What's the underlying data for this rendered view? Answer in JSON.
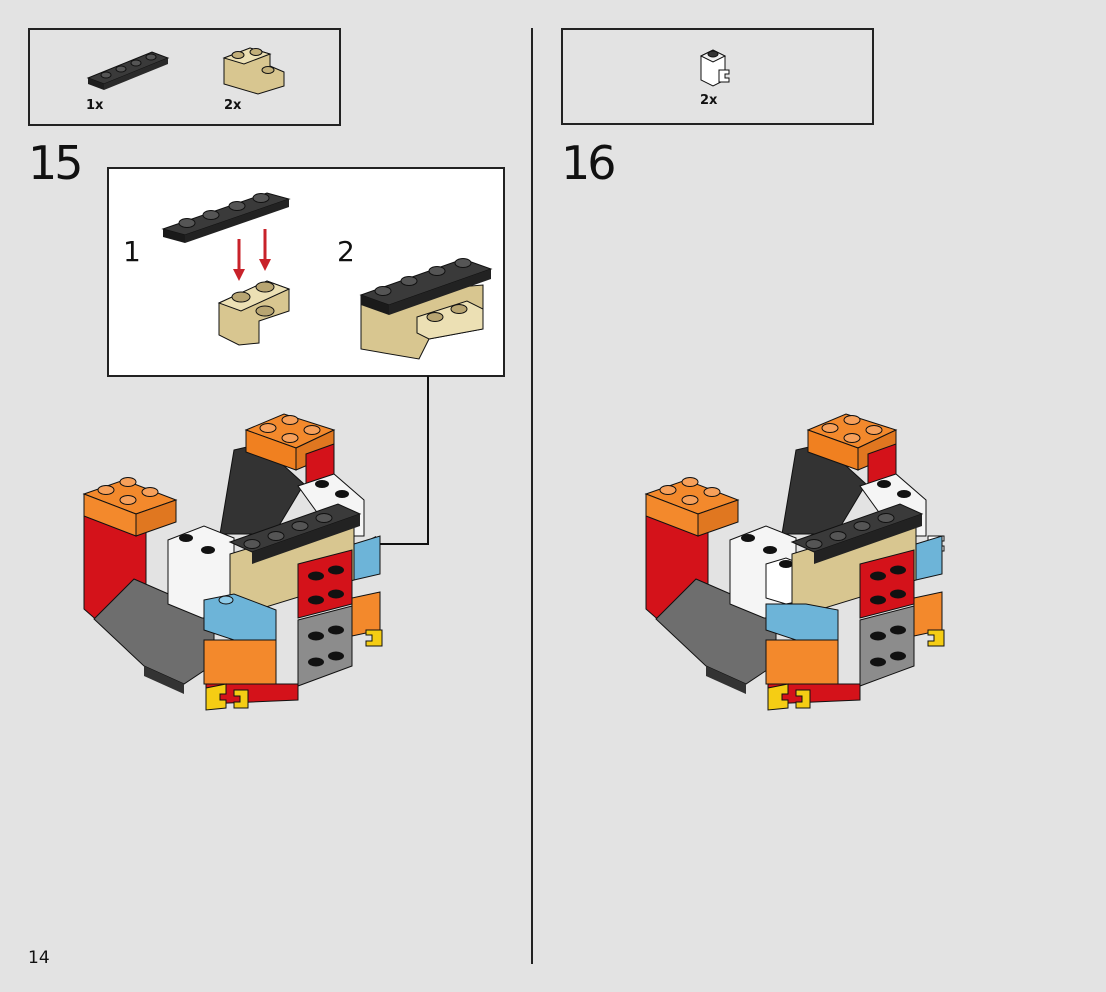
{
  "page": {
    "number": "14"
  },
  "step15": {
    "number": "15",
    "parts": [
      {
        "name": "dark-gray-plate-1x4",
        "qty": "1x",
        "color": "#3a3a3a"
      },
      {
        "name": "tan-corner-brick-2x2",
        "qty": "2x",
        "color": "#d8c690"
      }
    ],
    "callout": {
      "sub1": "1",
      "sub2": "2"
    }
  },
  "step16": {
    "number": "16",
    "parts": [
      {
        "name": "white-brick-with-clip",
        "qty": "2x",
        "color": "#ffffff"
      }
    ]
  },
  "colors": {
    "background": "#e3e3e3",
    "orange": "#f3892c",
    "red": "#d4121a",
    "tan": "#d8c690",
    "dark_gray": "#333333",
    "medium_gray": "#8c8c8c",
    "light_blue": "#6db4d8",
    "yellow": "#f5cd14",
    "white": "#ffffff",
    "arrow_red": "#c8222a"
  }
}
